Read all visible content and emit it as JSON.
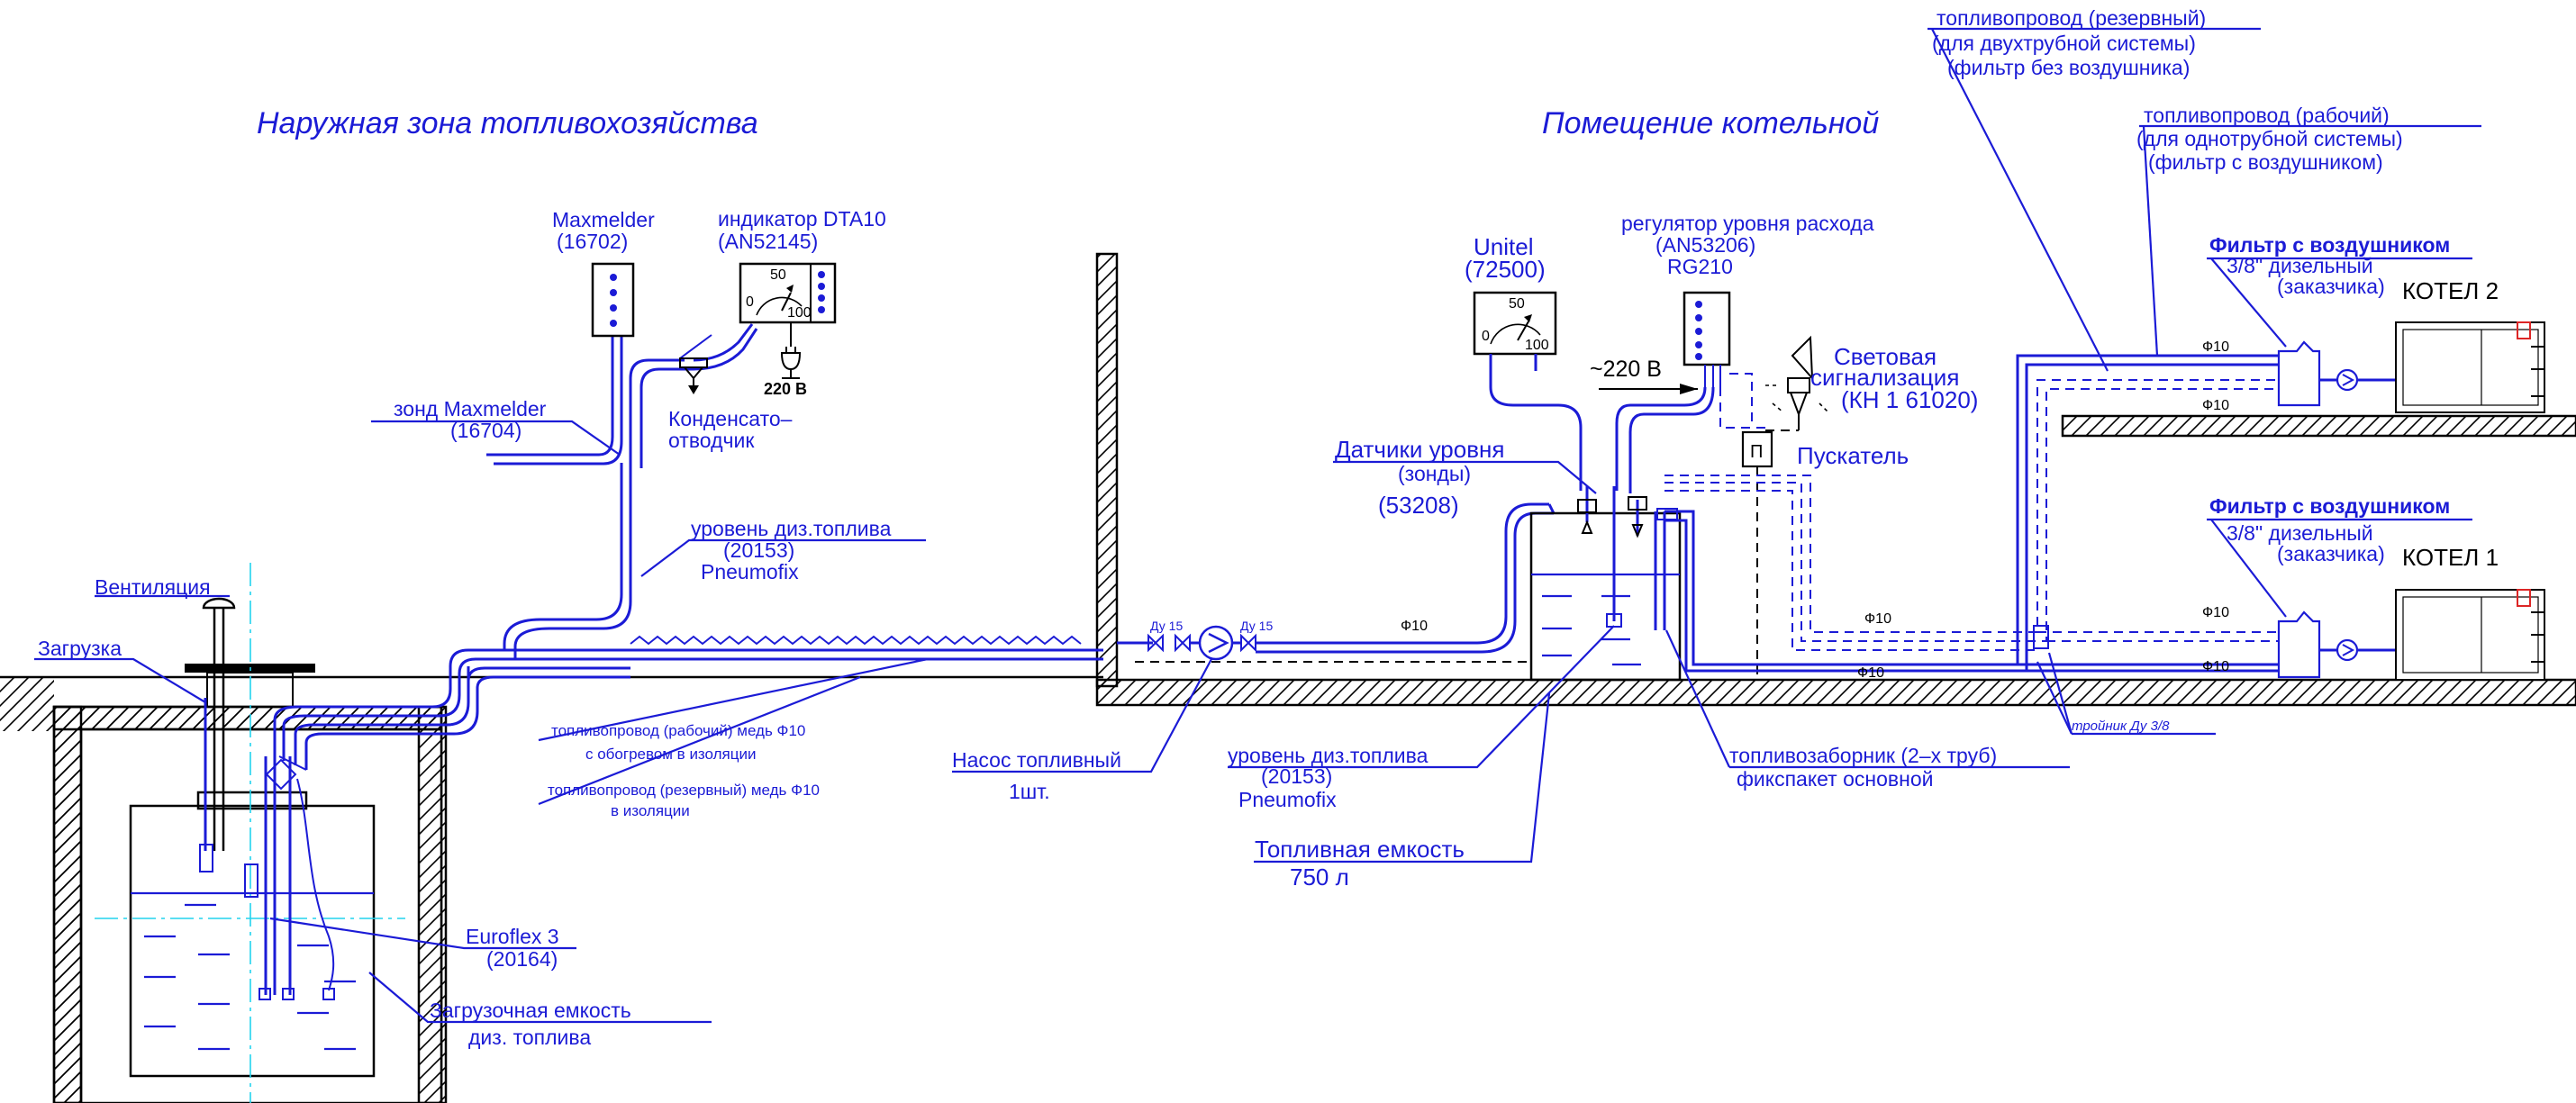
{
  "zones": {
    "outdoor": "Наружная зона топливохозяйства",
    "boiler_room": "Помещение котельной"
  },
  "labels": {
    "maxmelder_1": "Maxmelder",
    "maxmelder_2": "(16702)",
    "indicator_1": "индикатор DTA10",
    "indicator_2": "(AN52145)",
    "gauge_50": "50",
    "gauge_0": "0",
    "gauge_100": "100",
    "plug_220": "220 В",
    "condensate_1": "Конденсато–",
    "condensate_2": "отводчик",
    "probe_1": "зонд Maxmelder",
    "probe_2": "(16704)",
    "level_1": "уровень диз.топлива",
    "level_2": "(20153)",
    "level_3": "Pneumofix",
    "ventilation": "Вентиляция",
    "loading": "Загрузка",
    "pipe_work_1": "топливопровод (рабочий) медь Ф10",
    "pipe_work_2": "с обогревом в изоляции",
    "pipe_res_1": "топливопровод (резервный) медь Ф10",
    "pipe_res_2": "в изоляции",
    "euroflex_1": "Euroflex 3",
    "euroflex_2": "(20164)",
    "tank_out_1": "Загрузочная емкость",
    "tank_out_2": "диз. топлива",
    "pump_1": "Насос топливный",
    "pump_2": "1шт.",
    "du15_left": "Ду 15",
    "du15_right": "Ду 15",
    "unitel_1": "Unitel",
    "unitel_2": "(72500)",
    "regulator_1": "регулятор уровня расхода",
    "regulator_2": "(AN53206)",
    "regulator_3": "RG210",
    "v220": "~220 В",
    "signal_1": "Световая",
    "signal_2": "сигнализация",
    "signal_3": "(КН 1 61020)",
    "starter_box": "П",
    "starter": "Пускатель",
    "sensors_1": "Датчики уровня",
    "sensors_2": "(зонды)",
    "sensors_3": "(53208)",
    "phi10": "Ф10",
    "level2_1": "уровень диз.топлива",
    "level2_2": "(20153)",
    "level2_3": "Pneumofix",
    "fuel_tank_1": "Топливная емкость",
    "fuel_tank_2": "750 л",
    "intake_1": "топливозаборник (2–х труб)",
    "intake_2": "фикспакет основной",
    "tee": "тройник Ду 3/8",
    "reserve_1": "топливопровод (резервный)",
    "reserve_2": "(для двухтрубной системы)",
    "reserve_3": "(фильтр без воздушника)",
    "working_1": "топливопровод (рабочий)",
    "working_2": "(для однотрубной системы)",
    "working_3": "(фильтр с воздушником)",
    "filter_1": "Фильтр с воздушником",
    "filter_2": "3/8\" дизельный",
    "filter_3": "(заказчика)",
    "boiler_2": "КОТЕЛ 2",
    "boiler_1": "КОТЕЛ 1"
  },
  "colors": {
    "line": "#1b1bd6",
    "ink": "#000000",
    "axis": "#22d3ee",
    "flame": "#dc2626"
  }
}
